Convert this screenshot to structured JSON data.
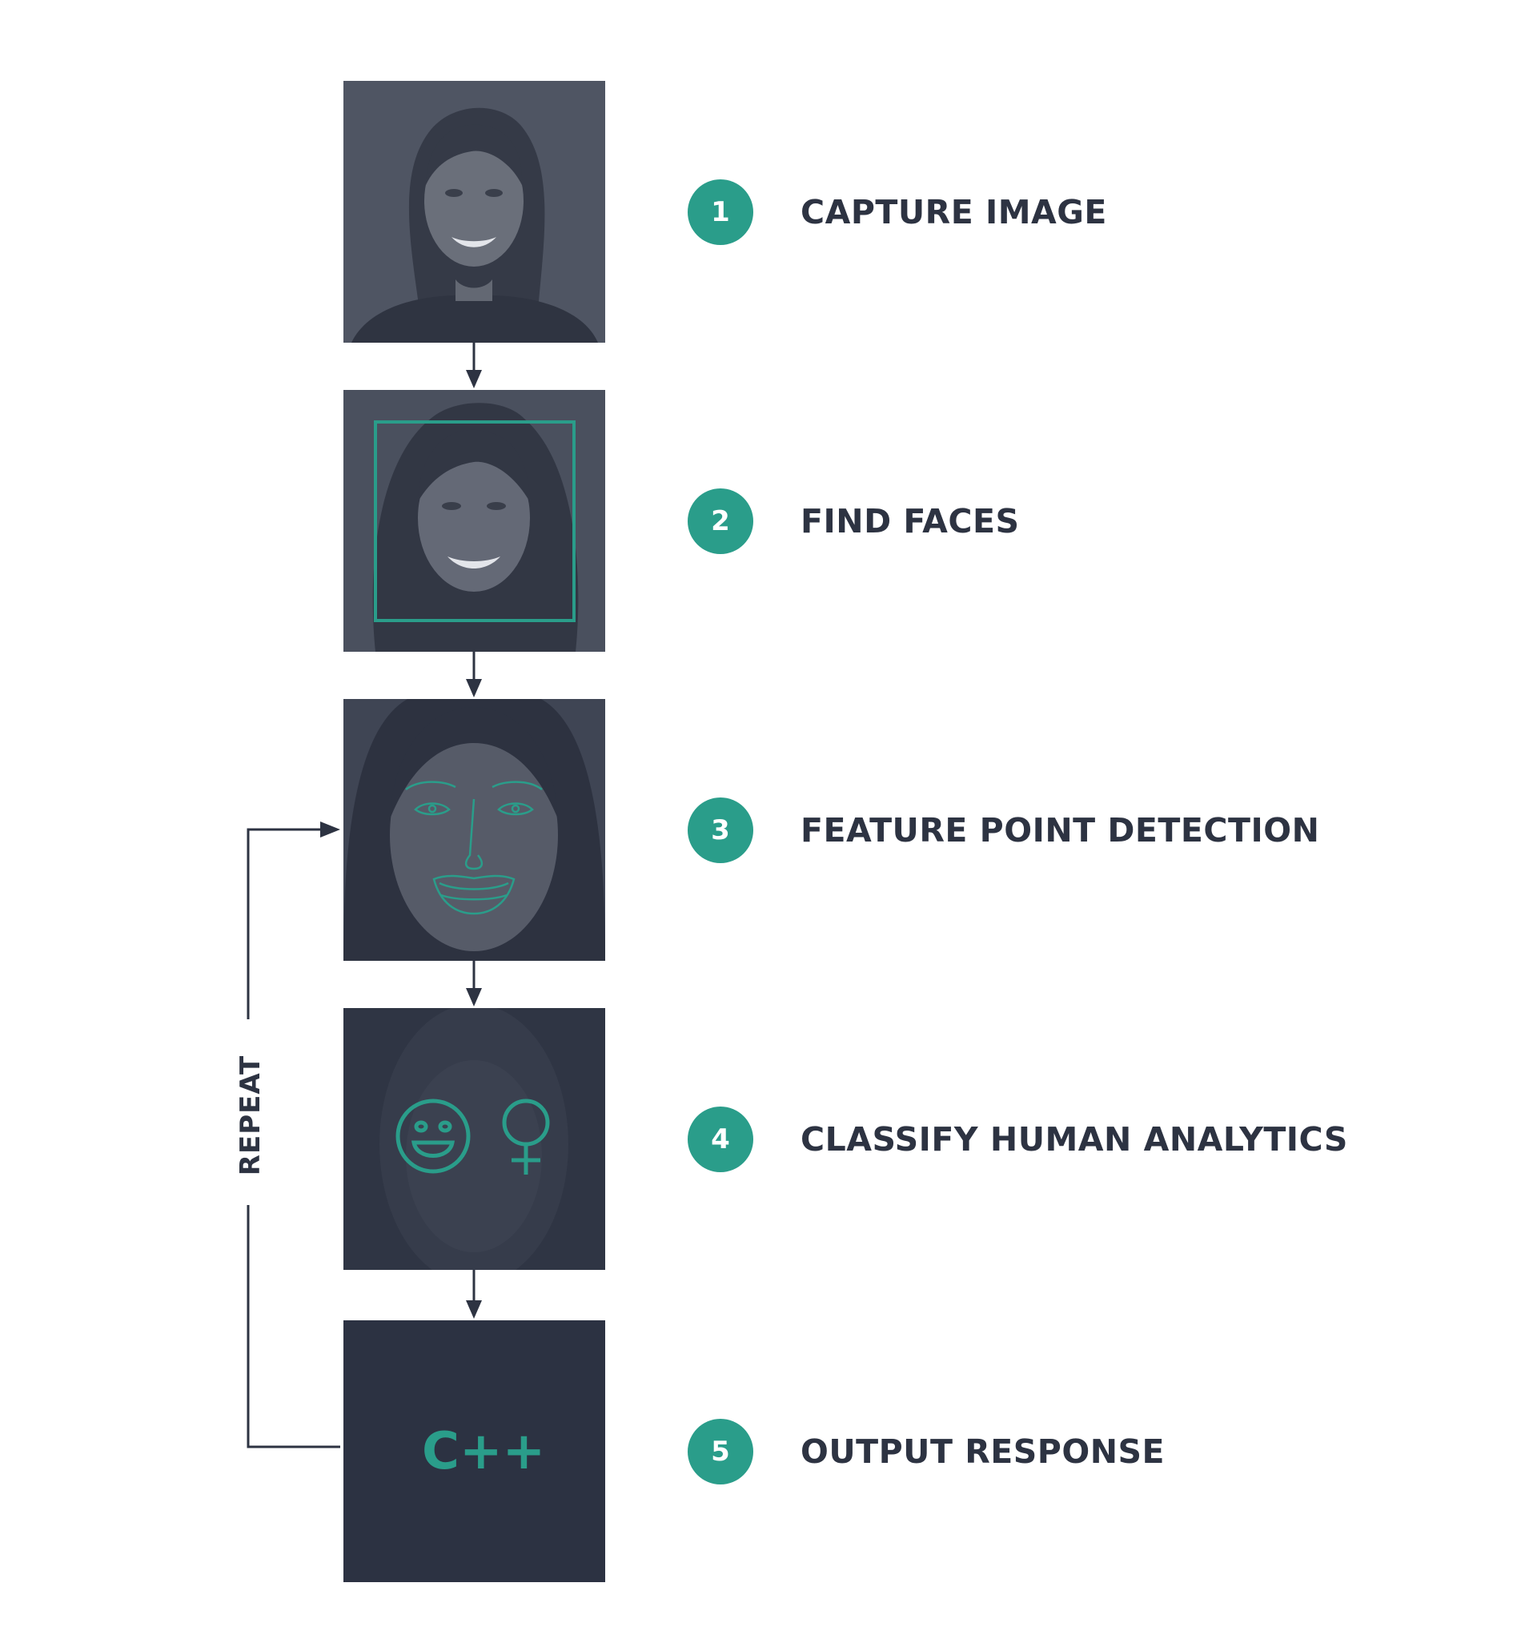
{
  "steps": [
    {
      "number": "1",
      "label": "CAPTURE IMAGE"
    },
    {
      "number": "2",
      "label": "FIND FACES"
    },
    {
      "number": "3",
      "label": "FEATURE POINT DETECTION"
    },
    {
      "number": "4",
      "label": "CLASSIFY HUMAN ANALYTICS"
    },
    {
      "number": "5",
      "label": "OUTPUT RESPONSE"
    }
  ],
  "loop_label": "REPEAT",
  "output_text": "C++",
  "colors": {
    "accent": "#2a9d8a",
    "text": "#2d3342",
    "panel_light": "#4f5563",
    "panel_mid": "#3f4554",
    "panel_dark": "#2c3242",
    "arrow": "#2d3342"
  },
  "icons": [
    "face-photo-icon",
    "face-detect-box-icon",
    "feature-points-icon",
    "smiley-icon",
    "female-symbol-icon"
  ]
}
